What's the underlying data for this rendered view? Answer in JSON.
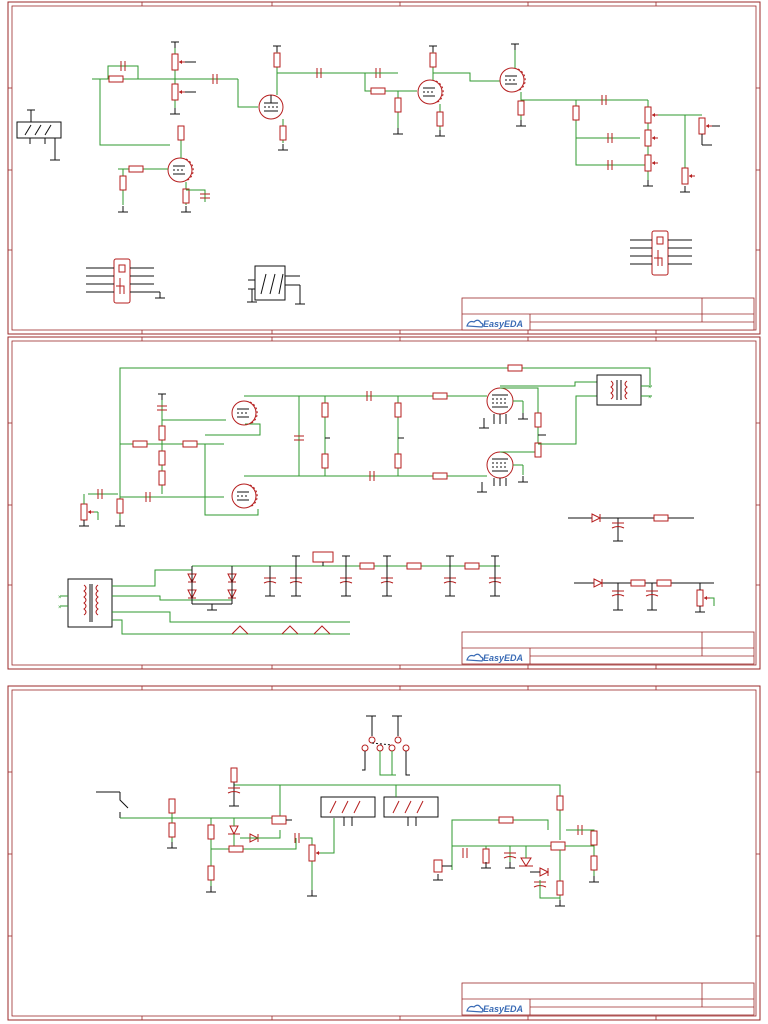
{
  "document": {
    "sheets": [
      {
        "id": "sheet-1",
        "title_block": {
          "brand": "EasyEDA"
        }
      },
      {
        "id": "sheet-2",
        "title_block": {
          "brand": "EasyEDA"
        }
      },
      {
        "id": "sheet-3",
        "title_block": {
          "brand": "EasyEDA"
        }
      }
    ]
  },
  "colors": {
    "frame": "#9b2a2a",
    "wire": "#2f9a2f",
    "component": "#b51e1e",
    "ground": "#111111",
    "logo": "#3a6bb5"
  }
}
